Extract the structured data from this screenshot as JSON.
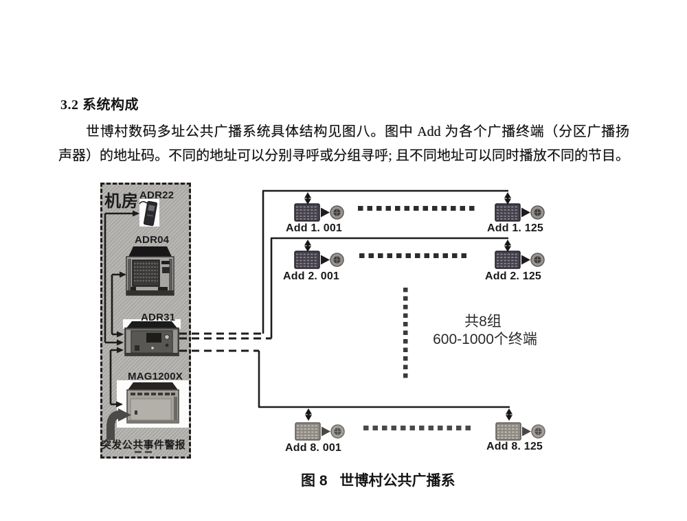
{
  "section": {
    "heading": "3.2 系统构成",
    "paragraph_line1": "世博村数码多址公共广播系统具体结构见图八。图中 Add 为各个广播终端（分区广播扬",
    "paragraph_line2": "声器）的地址码。不同的地址可以分别寻呼或分组寻呼; 且不同地址可以同时播放不同的节目。"
  },
  "machine_room": {
    "label": "机房",
    "devices": [
      {
        "name": "ADR22"
      },
      {
        "name": "ADR04"
      },
      {
        "name": "ADR31"
      },
      {
        "name": "MAG1200X"
      }
    ],
    "alarm_label": "突发公共事件警报"
  },
  "network": {
    "rows": [
      {
        "left_label": "Add 1. 001",
        "right_label": "Add 1. 125"
      },
      {
        "left_label": "Add 2. 001",
        "right_label": "Add 2. 125"
      },
      {
        "left_label": "Add 8. 001",
        "right_label": "Add 8. 125"
      }
    ],
    "note_line1": "共8组",
    "note_line2": "600-1000个终端"
  },
  "caption": {
    "figure_label": "图 8",
    "title": "世博村公共广播系"
  },
  "colors": {
    "page_background": "#ffffff",
    "machine_room_fill": "#b4b2b0",
    "line_color": "#1c1c1c",
    "text_color": "#151515"
  }
}
